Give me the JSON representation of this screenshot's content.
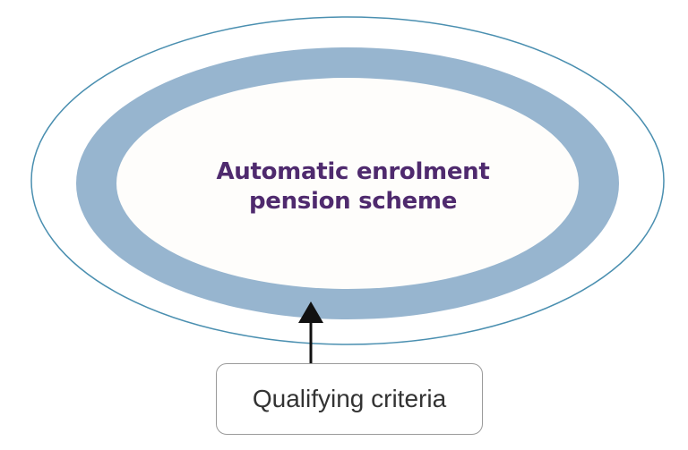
{
  "diagram": {
    "center_label_lines": [
      "Automatic enrolment",
      "pension scheme"
    ],
    "criteria_label": "Qualifying criteria",
    "colors": {
      "outer_ring_stroke": "#4a8fb0",
      "band_fill": "#97b5cf",
      "inner_fill": "#fefdfb",
      "title_text": "#4f2a6e",
      "arrow": "#111111",
      "box_border": "#9a9a9a"
    }
  }
}
